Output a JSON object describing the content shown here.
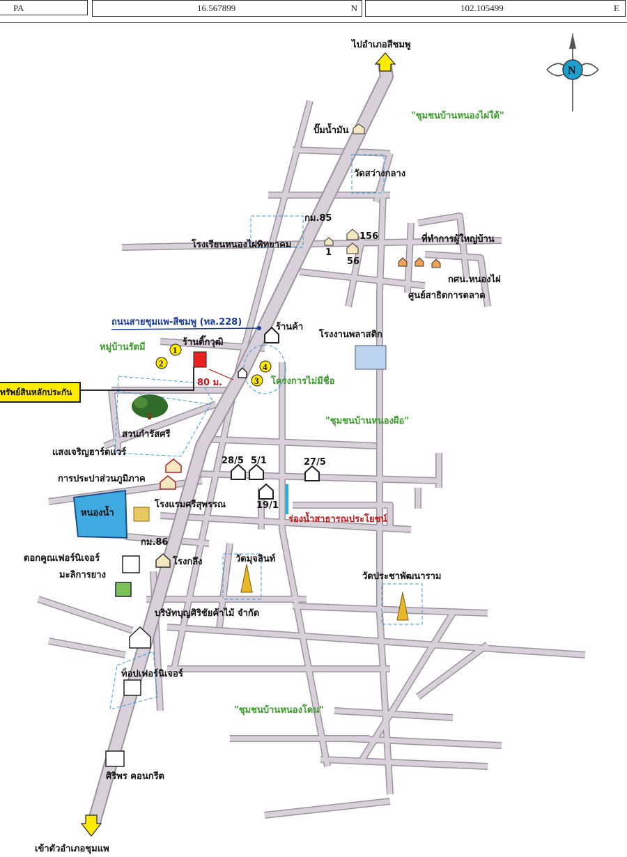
{
  "header": {
    "pa_label": "PA",
    "lat_value": "16.567899",
    "lat_unit": "N",
    "lon_value": "102.105499",
    "lon_unit": "E"
  },
  "compass": {
    "letter": "N"
  },
  "colors": {
    "road": "#d8d1d9",
    "road_stroke": "#9d93a0",
    "pond": "#3fa9e0",
    "zone": "#3a9ad8",
    "green_text": "#3a9a2a",
    "blue_text": "#1a3a9a",
    "red_text": "#c01818",
    "yellow": "#ffeb00"
  },
  "labels": {
    "to_north": "ไปอำเภอสีชมพู",
    "to_south": "เข้าตัวอำเภอชุมแพ",
    "gas_station": "ปั๊มน้ำมัน",
    "wat_sawang": "วัดสว่างกลาง",
    "km85": "กม.85",
    "school": "โรงเรียนหนองไผ่พิทยาคม",
    "h156": "156",
    "h1": "1",
    "h56": "56",
    "village_head": "ที่ทำการผู้ใหญ่บ้าน",
    "ksn": "กศน.หนองไผ่",
    "market_center": "ศูนย์สาธิตการตลาด",
    "highway": "ถนนสายชุมแพ-สีชมพู (ทล.228)",
    "shop": "ร้านค้า",
    "village_rattami": "หมู่บ้านรัตมี",
    "shop_dikwut": "ร้านดิ๊กวุฒิ",
    "plastic_factory": "โรงงานพลาสติก",
    "dist80": "80 ม.",
    "nameless_project": "โครงการไม่มีชื่อ",
    "collateral": "ทรัพย์สินหลักประกัน",
    "garden": "สวนกำรัสศรี",
    "hardware": "แสงเจริญฮาร์ดแวร์",
    "waterworks": "การประปาส่วนภูมิภาค",
    "pond": "หนองน้ำ",
    "hotel": "โรงแรมศรีสุพรรณ",
    "h28_5": "28/5",
    "h5_1": "5/1",
    "h27_5": "27/5",
    "h19_1": "19/1",
    "canal": "ร่องน้ำสาธารณประโยชน์",
    "km86": "กม.86",
    "furniture_dok": "ดอกคูณเฟอร์นิเจอร์",
    "mill": "โรงกลึง",
    "wat_mu": "วัดมุจลินท์",
    "mali_rubber": "มะลิการยาง",
    "wat_pracha": "วัดประชาพัฒนาราม",
    "timber_co": "บริษัทบุญศิริชัยค้าไม้ จำกัด",
    "top_furniture": "ท็อปเฟอร์นิเจอร์",
    "siriporn": "ศิริพร คอนกรีต",
    "comm_north": "\"ชุมชนบ้านหนองไผ่ใต้\"",
    "comm_mid": "\"ชุมชนบ้านหนองผือ\"",
    "comm_south": "\"ชุมชนบ้านหนองโดน\"",
    "m1": "1",
    "m2": "2",
    "m3": "3",
    "m4": "4"
  }
}
